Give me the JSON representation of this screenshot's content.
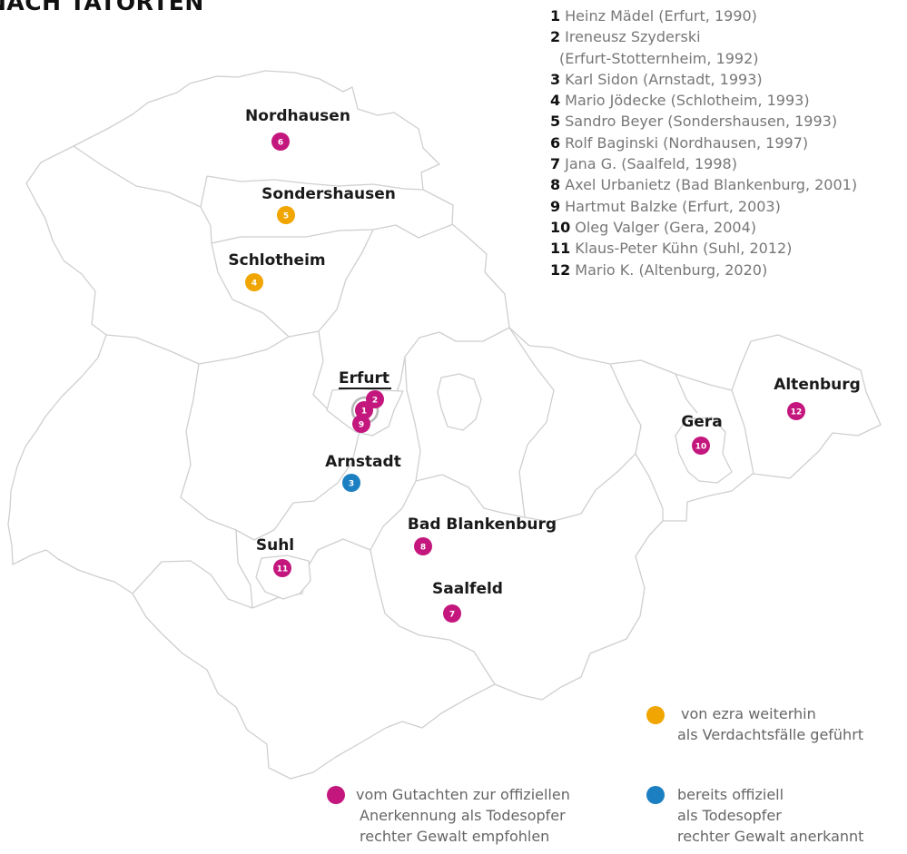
{
  "header": {
    "title": "NACH TATORTEN"
  },
  "colors": {
    "magenta": "#c4177e",
    "orange": "#f0a500",
    "blue": "#1b7fc2",
    "region_stroke": "#cfcfcf"
  },
  "victims": [
    {
      "num": "1",
      "name": "Heinz Mädel (Erfurt, 1990)"
    },
    {
      "num": "2",
      "name": "Ireneusz Szyderski",
      "cont": "(Erfurt-Stotternheim, 1992)"
    },
    {
      "num": "3",
      "name": "Karl Sidon (Arnstadt, 1993)"
    },
    {
      "num": "4",
      "name": "Mario Jödecke (Schlotheim, 1993)"
    },
    {
      "num": "5",
      "name": "Sandro Beyer (Sondershausen, 1993)"
    },
    {
      "num": "6",
      "name": "Rolf Baginski (Nordhausen, 1997)"
    },
    {
      "num": "7",
      "name": "Jana G. (Saalfeld, 1998)"
    },
    {
      "num": "8",
      "name": "Axel Urbanietz (Bad Blankenburg, 2001)"
    },
    {
      "num": "9",
      "name": "Hartmut Balzke (Erfurt, 2003)"
    },
    {
      "num": "10",
      "name": "Oleg Valger (Gera, 2004)"
    },
    {
      "num": "11",
      "name": "Klaus-Peter Kühn (Suhl, 2012)"
    },
    {
      "num": "12",
      "name": "Mario K. (Altenburg, 2020)"
    }
  ],
  "cities": {
    "nordhausen": "Nordhausen",
    "sondershausen": "Sondershausen",
    "schlotheim": "Schlotheim",
    "erfurt": "Erfurt",
    "arnstadt": "Arnstadt",
    "bad_blankenburg": "Bad Blankenburg",
    "suhl": "Suhl",
    "saalfeld": "Saalfeld",
    "gera": "Gera",
    "altenburg": "Altenburg"
  },
  "markers": [
    {
      "num": "6",
      "status": "recommended"
    },
    {
      "num": "5",
      "status": "suspected"
    },
    {
      "num": "4",
      "status": "suspected"
    },
    {
      "num": "1",
      "status": "recommended"
    },
    {
      "num": "2",
      "status": "recommended"
    },
    {
      "num": "9",
      "status": "recommended"
    },
    {
      "num": "3",
      "status": "official"
    },
    {
      "num": "8",
      "status": "recommended"
    },
    {
      "num": "11",
      "status": "recommended"
    },
    {
      "num": "7",
      "status": "recommended"
    },
    {
      "num": "10",
      "status": "recommended"
    },
    {
      "num": "12",
      "status": "recommended"
    }
  ],
  "legend": {
    "suspected": {
      "line1": "von ezra weiterhin",
      "line2": "als Verdachtsfälle geführt"
    },
    "recommended": {
      "line1": "vom Gutachten zur offiziellen",
      "line2": "Anerkennung als Todesopfer",
      "line3": "rechter Gewalt empfohlen"
    },
    "official": {
      "line1": "bereits offiziell",
      "line2": "als Todesopfer",
      "line3": "rechter Gewalt anerkannt"
    }
  }
}
